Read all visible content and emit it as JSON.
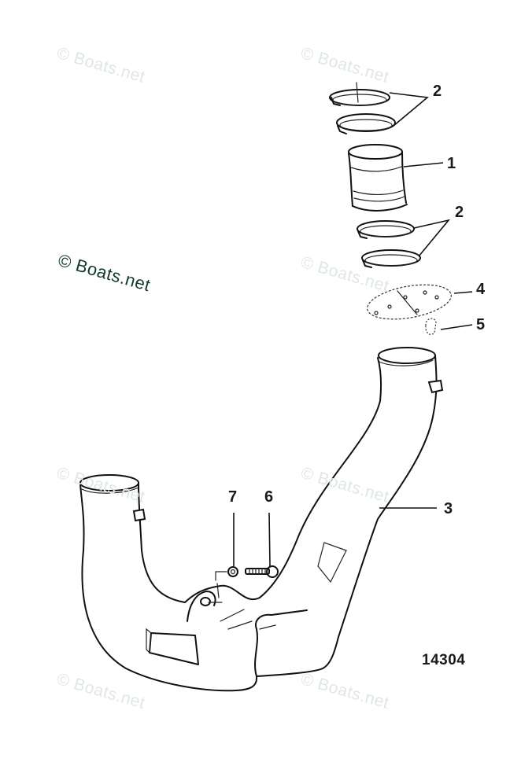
{
  "diagram": {
    "figure_number": "14304",
    "watermark_text": "© Boats.net",
    "colors": {
      "line": "#111111",
      "watermark_faint": "#dfe8e0",
      "watermark_strong": "#123a28",
      "background": "#ffffff"
    },
    "watermarks": [
      {
        "id": "wm-1",
        "text": "© Boats.net",
        "style": "faint"
      },
      {
        "id": "wm-2",
        "text": "© Boats.net",
        "style": "faint"
      },
      {
        "id": "wm-3",
        "text": "© Boats.net",
        "style": "strong"
      },
      {
        "id": "wm-4",
        "text": "© Boats.net",
        "style": "faint"
      },
      {
        "id": "wm-5",
        "text": "© Boats.net",
        "style": "faint"
      },
      {
        "id": "wm-6",
        "text": "© Boats.net",
        "style": "faint"
      },
      {
        "id": "wm-7",
        "text": "© Boats.net",
        "style": "faint"
      },
      {
        "id": "wm-8",
        "text": "© Boats.net",
        "style": "faint"
      }
    ],
    "callouts": [
      {
        "id": "callout-2-top",
        "label": "2",
        "part": "hose clamp (upper pair)"
      },
      {
        "id": "callout-1",
        "label": "1",
        "part": "hose / sleeve"
      },
      {
        "id": "callout-2-bottom",
        "label": "2",
        "part": "hose clamp (lower pair)"
      },
      {
        "id": "callout-4",
        "label": "4",
        "part": "gasket"
      },
      {
        "id": "callout-5",
        "label": "5",
        "part": "plug"
      },
      {
        "id": "callout-3",
        "label": "3",
        "part": "exhaust pipe"
      },
      {
        "id": "callout-7",
        "label": "7",
        "part": "washer"
      },
      {
        "id": "callout-6",
        "label": "6",
        "part": "screw"
      }
    ]
  }
}
